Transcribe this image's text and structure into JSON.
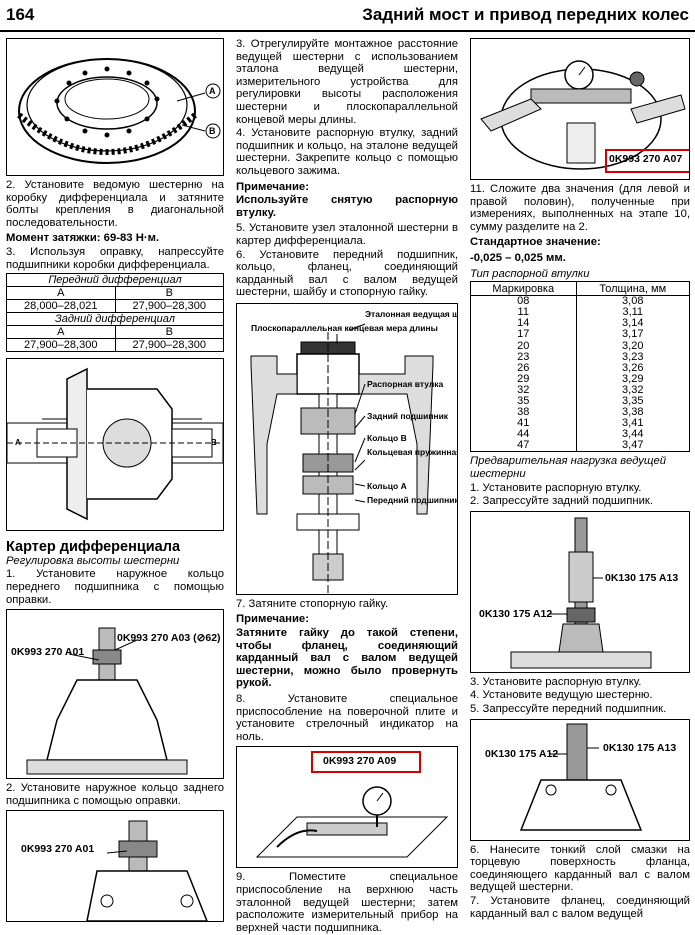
{
  "header": {
    "page_number": "164",
    "title": "Задний мост и привод передних колес"
  },
  "col1": {
    "fig1_labels": [
      "A",
      "B"
    ],
    "p2": "2. Установите ведомую шестерню на коробку дифференциала и затяните болты крепления в диагональной последовательности.",
    "torque": "Момент затяжки: 69-83 Н·м.",
    "p3": "3. Используя оправку, напрессуйте подшипники коробки дифференциала.",
    "table": {
      "front_title": "Передний дифференциал",
      "rear_title": "Задний дифференциал",
      "col_a": "A",
      "col_b": "B",
      "front_a": "28,000–28,021",
      "front_b": "27,900–28,300",
      "rear_a": "27,900–28,300",
      "rear_b": "27,900–28,300"
    },
    "fig2_labels": [
      "A",
      "B"
    ],
    "section_title": "Картер дифференциала",
    "section_sub": "Регулировка высоты шестерни",
    "s1": "1. Установите наружное кольцо переднего подшипника с помощью оправки.",
    "fig3_label1": "0K993 270 A01",
    "fig3_label2": "0K993 270 A03 (⊘62)",
    "s2": "2. Установите наружное кольцо заднего подшипника с помощью оправки.",
    "fig4_label": "0K993 270 A01"
  },
  "col2": {
    "p3": "3. Отрегулируйте монтажное расстояние ведущей шестерни с использованием эталона ведущей шестерни, измерительного устройства для регулировки высоты расположения шестерни и плоскопараллельной концевой меры длины.",
    "p4": "4. Установите распорную втулку, задний подшипник и кольцо, на эталоне ведущей шестерни. Закрепите кольцо с помощью кольцевого зажима.",
    "note_title": "Примечание:",
    "note_text": "Используйте снятую распорную втулку.",
    "p5": "5. Установите узел эталонной шестерни в картер дифференциала.",
    "p6": "6. Установите передний подшипник, кольцо, фланец, соединяющий карданный вал с валом ведущей шестерни, шайбу и стопорную гайку.",
    "fig_labels": {
      "parallel": "Плоскопараллельная концевая мера длины",
      "reference": "Эталонная ведущая шестерня",
      "spacer": "Распорная втулка",
      "rear_bearing": "Задний подшипник",
      "ring_b": "Кольцо B",
      "snap_ring": "Кольцевая пружинная защелка",
      "ring_a": "Кольцо A",
      "front_bearing": "Передний подшипник"
    },
    "p7": "7. Затяните стопорную гайку.",
    "note2_title": "Примечание:",
    "note2_text": "Затяните гайку до такой степени, чтобы фланец, соединяющий карданный вал с валом ведущей шестерни, можно было провернуть рукой.",
    "p8": "8. Установите специальное приспособление на поверочной плите и установите стрелочный индикатор на ноль.",
    "fig_label_a09": "0K993 270 A09",
    "p9": "9. Поместите специальное приспособление на верхнюю часть эталонной ведущей шестерни; затем расположите измерительный прибор на верхней части подшипника."
  },
  "col3": {
    "fig_label_a07": "0K993 270 A07",
    "p11": "11. Сложите два значения (для левой и правой половин), полученные при измерениях, выполненных на этапе 10, сумму разделите на 2.",
    "std_title": "Стандартное значение:",
    "std_value": "-0,025 – 0,025 мм.",
    "table_caption": "Тип распорной втулки",
    "table_headers": [
      "Маркировка",
      "Толщина, мм"
    ],
    "table_rows": [
      [
        "08",
        "3,08"
      ],
      [
        "11",
        "3,11"
      ],
      [
        "14",
        "3,14"
      ],
      [
        "17",
        "3,17"
      ],
      [
        "20",
        "3,20"
      ],
      [
        "23",
        "3,23"
      ],
      [
        "26",
        "3,26"
      ],
      [
        "29",
        "3,29"
      ],
      [
        "32",
        "3,32"
      ],
      [
        "35",
        "3,35"
      ],
      [
        "38",
        "3,38"
      ],
      [
        "41",
        "3,41"
      ],
      [
        "44",
        "3,44"
      ],
      [
        "47",
        "3,47"
      ]
    ],
    "preload_title": "Предварительная нагрузка ведущей шестерни",
    "q1": "1. Установите распорную втулку.",
    "q2": "2. Запрессуйте задний подшипник.",
    "fig_a13": "0K130 175 A13",
    "fig_a12": "0K130 175 A12",
    "q3": "3. Установите распорную втулку.",
    "q4": "4. Установите ведущую шестерню.",
    "q5": "5. Запрессуйте передний подшипник.",
    "fig2_a12": "0K130 175 A12",
    "fig2_a13": "0K130 175 A13",
    "q6": "6. Нанесите тонкий слой смазки на торцевую поверхность фланца, соединяющего карданный вал с валом ведущей шестерни.",
    "q7": "7. Установите фланец, соединяющий карданный вал с валом ведущей"
  }
}
